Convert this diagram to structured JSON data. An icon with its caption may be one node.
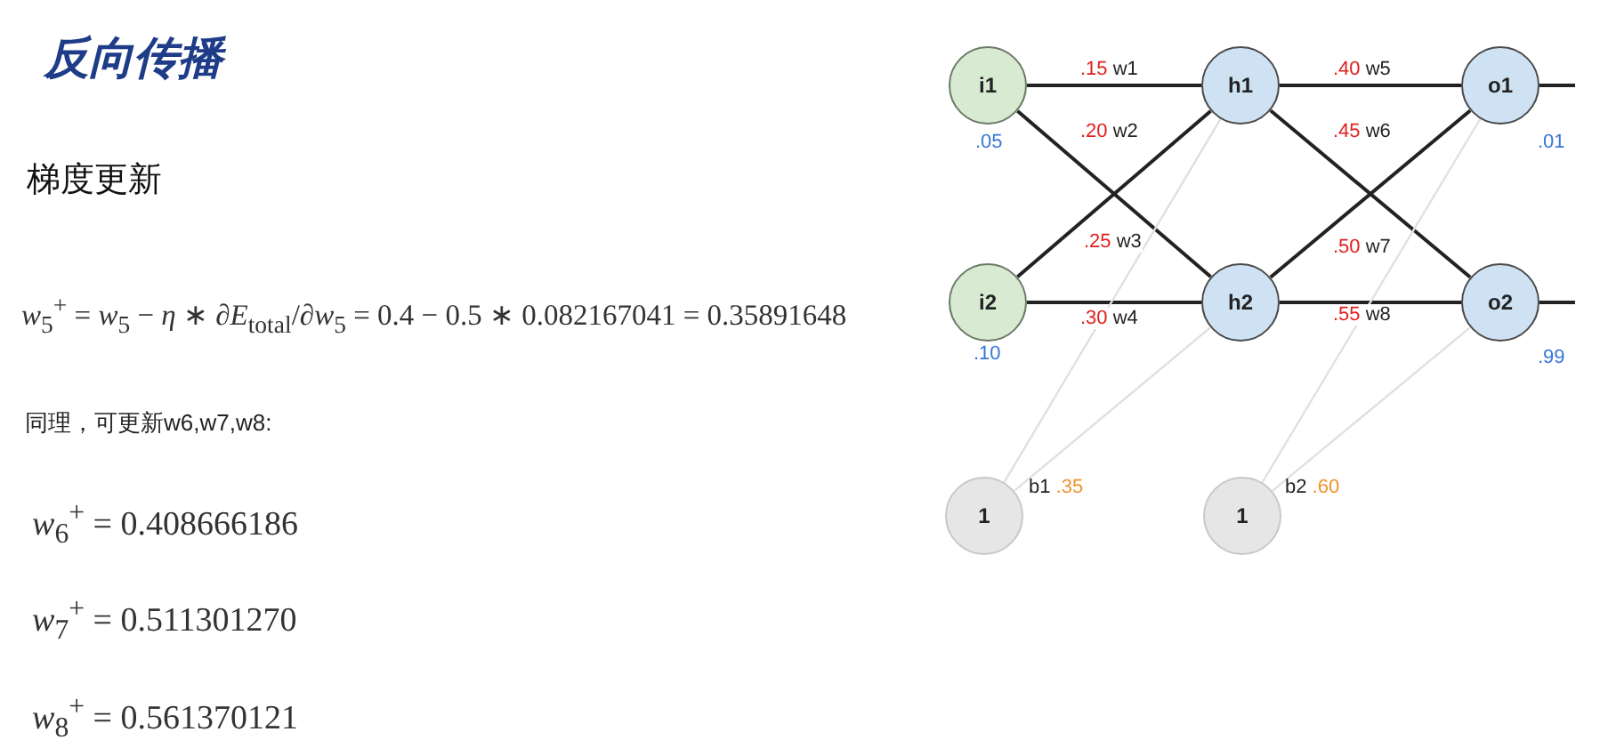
{
  "diagram": {
    "title": "反向传播",
    "nodes": [
      {
        "text": [
          "i1"
        ],
        "beside": [
          ".05"
        ]
      },
      {
        "text": [
          "i2"
        ],
        "beside": [
          ".10"
        ]
      },
      {
        "text": [
          "h1"
        ]
      },
      {
        "text": [
          "h2"
        ]
      },
      {
        "text": [
          "o1"
        ],
        "beside": [
          ".01"
        ]
      },
      {
        "text": [
          "o2"
        ],
        "beside": [
          ".99"
        ]
      },
      {
        "text": [
          "1"
        ],
        "beside": [
          "b1 .35"
        ]
      },
      {
        "text": [
          "1"
        ],
        "beside": [
          "b2 .60"
        ]
      }
    ],
    "edges": [
      {
        "from": 0,
        "to": 2,
        "arrow": "none",
        "label": ".15 w1"
      },
      {
        "from": 0,
        "to": 3,
        "arrow": "none",
        "label": ".20 w2"
      },
      {
        "from": 1,
        "to": 2,
        "arrow": "none",
        "label": ".25 w3"
      },
      {
        "from": 1,
        "to": 3,
        "arrow": "none",
        "label": ".30 w4"
      },
      {
        "from": 2,
        "to": 4,
        "arrow": "none",
        "label": ".40 w5"
      },
      {
        "from": 2,
        "to": 5,
        "arrow": "none",
        "label": ".45 w6"
      },
      {
        "from": 3,
        "to": 4,
        "arrow": "none",
        "label": ".50 w7"
      },
      {
        "from": 3,
        "to": 5,
        "arrow": "none",
        "label": ".55 w8"
      },
      {
        "from": 6,
        "to": 2,
        "arrow": "none",
        "color": "#e0e0e0"
      },
      {
        "from": 6,
        "to": 3,
        "arrow": "none",
        "color": "#e0e0e0"
      },
      {
        "from": 7,
        "to": 4,
        "arrow": "none",
        "color": "#e0e0e0"
      },
      {
        "from": 7,
        "to": 5,
        "arrow": "none",
        "color": "#e0e0e0"
      },
      {
        "from": 4,
        "to": null,
        "arrow": "none"
      },
      {
        "from": 5,
        "to": null,
        "arrow": "none"
      }
    ],
    "labels": [
      "梯度更新",
      "*w*$_{5}$$^{+}$ = *w*$_{5}$ − *η* ∗ ∂*E*$_{total}$/∂*w*$_{5}$ = 0.4 − 0.5 ∗ 0.082167041 = 0.35891648",
      "同理，可更新w6,w7,w8:",
      "*w*$_{6}$$^{+}$ = 0.408666186",
      "*w*$_{7}$$^{+}$ = 0.511301270",
      "*w*$_{8}$$^{+}$ = 0.561370121"
    ]
  }
}
